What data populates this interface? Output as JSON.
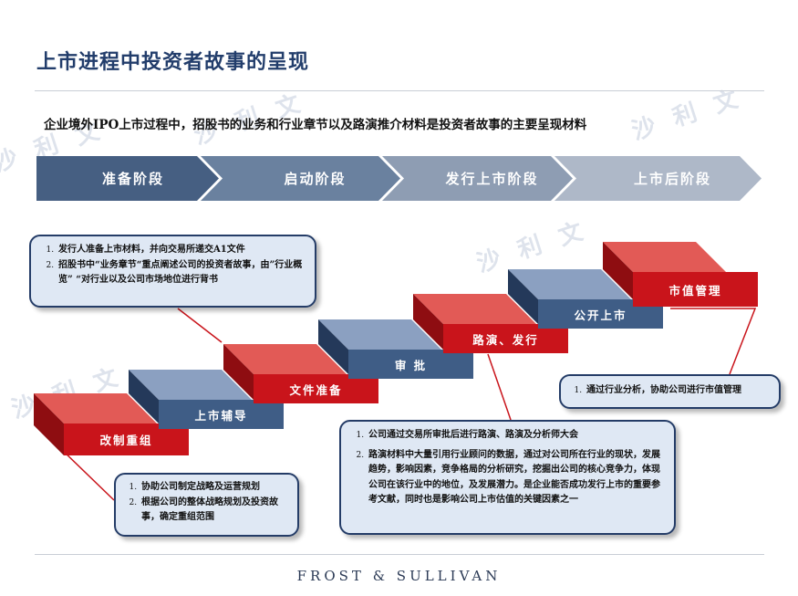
{
  "title": "上市进程中投资者故事的呈现",
  "subtitle": "企业境外IPO上市过程中，招股书的业务和行业章节以及路演推介材料是投资者故事的主要呈现材料",
  "phases": [
    "准备阶段",
    "启动阶段",
    "发行上市阶段",
    "上市后阶段"
  ],
  "steps": [
    "改制重组",
    "上市辅导",
    "文件准备",
    "审 批",
    "路演、发行",
    "公开上市",
    "市值管理"
  ],
  "callouts": {
    "top_left": [
      "发行人准备上市材料，并向交易所递交A1文件",
      "招股书中“业务章节“重点阐述公司的投资者故事，由”行业概览” “对行业以及公司市场地位进行背书"
    ],
    "bottom_left": [
      "协助公司制定战略及运营规划",
      "根据公司的整体战略规划及投资故事，确定重组范围"
    ],
    "bottom_middle": [
      "公司通过交易所审批后进行路演、路演及分析师大会",
      "路演材料中大量引用行业顾问的数据，通过对公司所在行业的现状，发展趋势，影响因素，竞争格局的分析研究，挖掘出公司的核心竞争力，体现公司在该行业中的地位，及发展潜力。是企业能否成功发行上市的重要参考文献，同时也是影响公司上市估值的关键因素之一"
    ],
    "right": [
      "通过行业分析，协助公司进行市值管理"
    ]
  },
  "footer": "FROST & SULLIVAN",
  "watermark": [
    "沙 利 文",
    "沙 利 文",
    "沙 利 文",
    "沙 利 文",
    "沙 利 文"
  ],
  "colors": {
    "title": "#223d6b",
    "phase_1": "#465f82",
    "phase_2": "#6a819f",
    "phase_3": "#8e9db3",
    "phase_4": "#aeb8c8",
    "step_red": "#c9141b",
    "step_blue": "#3f5d86",
    "callout_bg": "#dfe8f4",
    "callout_border": "#243c67"
  }
}
